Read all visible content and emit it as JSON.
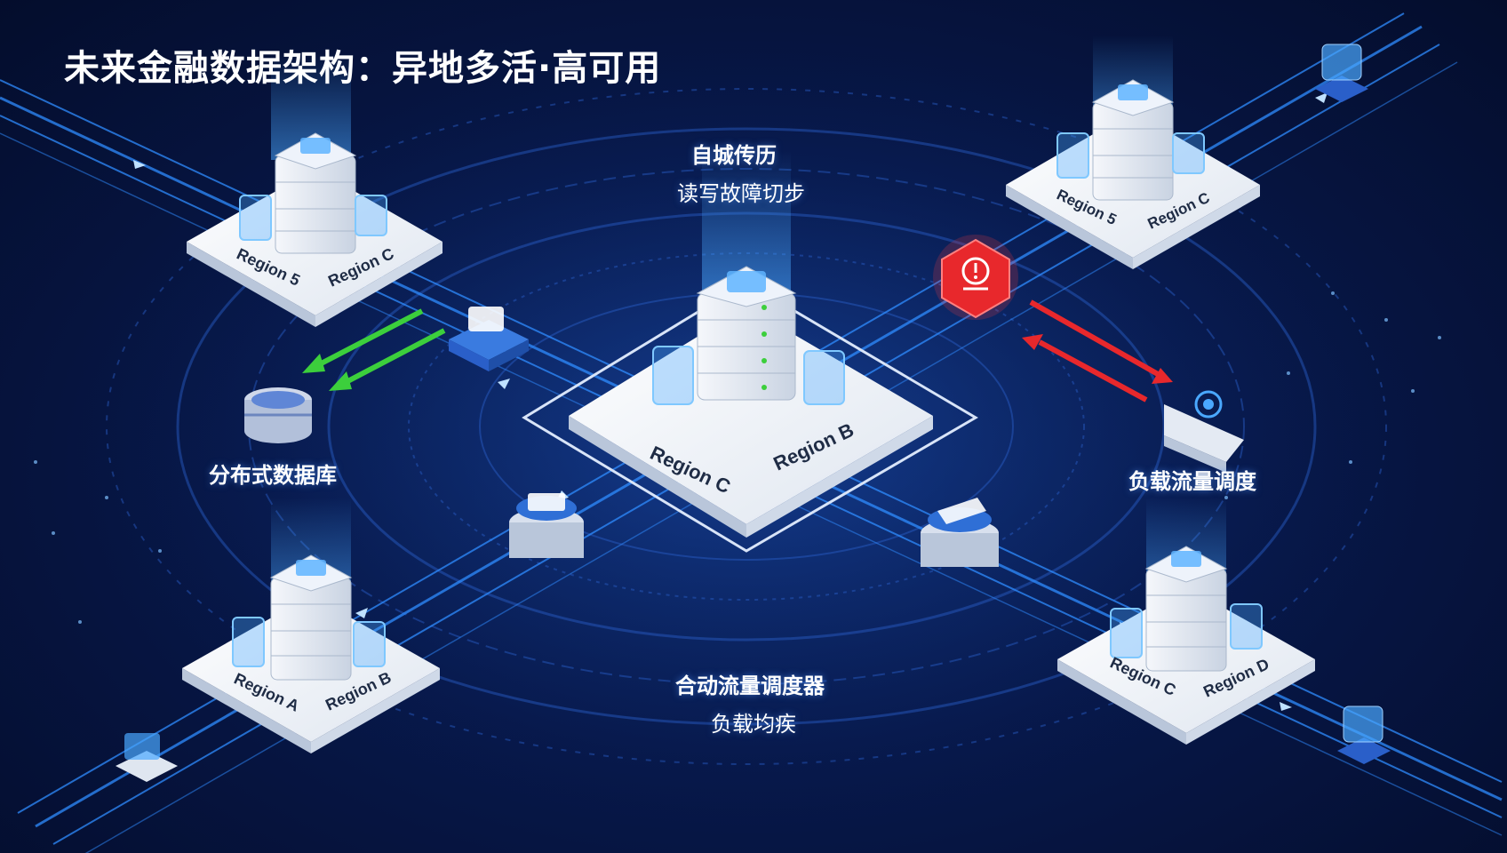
{
  "title": "未来金融数据架构：异地多活·高可用",
  "annotations": {
    "top_title": "自城传历",
    "top_sub": "读写故障切步",
    "left_db": "分布式数据库",
    "right_lb": "负载流量调度",
    "bottom_title": "合动流量调度器",
    "bottom_sub": "负载均疾"
  },
  "clusters": [
    {
      "id": "center",
      "labels": [
        "Region C",
        "Region B"
      ]
    },
    {
      "id": "top-left",
      "labels": [
        "Region 5",
        "Region C"
      ]
    },
    {
      "id": "top-right",
      "labels": [
        "Region 5",
        "Region C"
      ]
    },
    {
      "id": "bottom-left",
      "labels": [
        "Region A",
        "Region B"
      ]
    },
    {
      "id": "bottom-right",
      "labels": [
        "Region C",
        "Region D"
      ]
    }
  ],
  "colors": {
    "background": "#07184a",
    "flow": "#2f8cff",
    "alert": "#e8282c",
    "sync": "#3ccf3c",
    "platform": "#e9eef5"
  },
  "icons": [
    "alert-hexagon-icon",
    "database-icon",
    "load-balancer-icon",
    "router-icon",
    "server-icon"
  ]
}
